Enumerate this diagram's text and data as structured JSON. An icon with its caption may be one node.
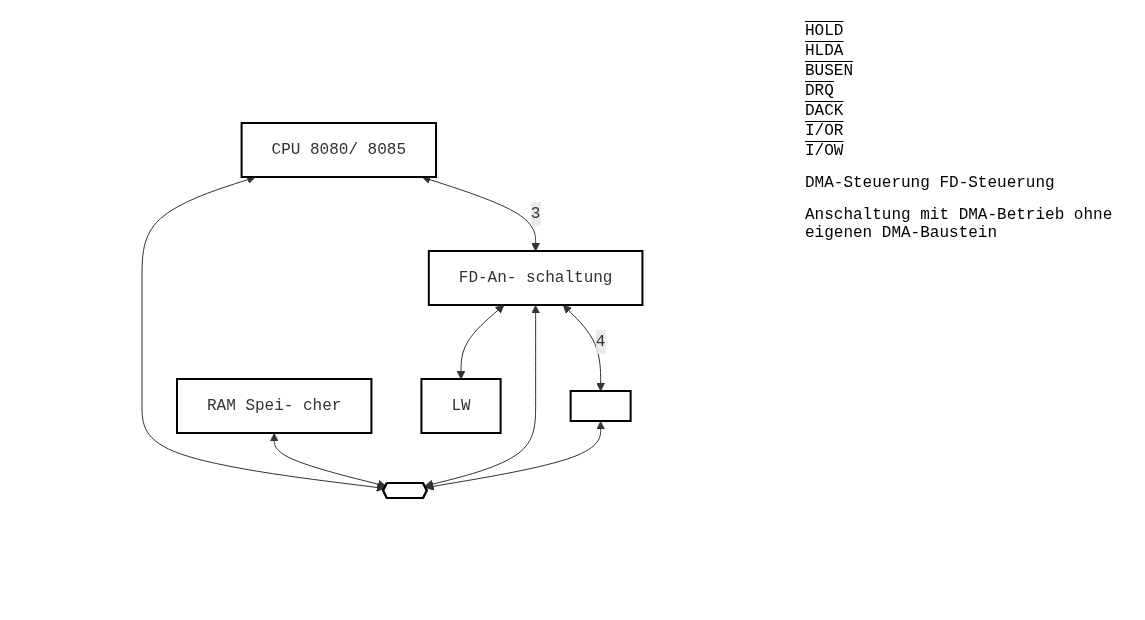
{
  "diagram": {
    "nodes": [
      {
        "text": [
          "CPU 8080/ 8085"
        ]
      },
      {
        "text": [
          "RAM Spei- cher"
        ]
      },
      {
        "text": [],
        "shape": "bar"
      },
      {
        "text": [
          "FD-An- schaltung"
        ]
      },
      {
        "text": [],
        "shape": "box"
      },
      {
        "text": [
          "LW"
        ]
      }
    ],
    "edges": [
      {
        "from": 0,
        "to": 2,
        "arrow": "both"
      },
      {
        "from": 1,
        "to": 2,
        "arrow": "both"
      },
      {
        "from": 0,
        "to": 3,
        "arrow": "both",
        "label": "3"
      },
      {
        "from": 3,
        "to": 2,
        "arrow": "both"
      },
      {
        "from": 3,
        "to": 4,
        "arrow": "both",
        "label": "4"
      },
      {
        "from": 4,
        "to": 2,
        "arrow": "both"
      },
      {
        "from": 3,
        "to": 5,
        "arrow": "both"
      }
    ],
    "labels": [
      "HOLD",
      "HLDA",
      "BUSEN",
      "DRQ",
      "DACK",
      "I/OR",
      "I/OW",
      "DMA-Steuerung FD-Steuerung",
      "Anschaltung mit DMA-Betrieb ohne eigenen DMA-Baustein"
    ]
  }
}
